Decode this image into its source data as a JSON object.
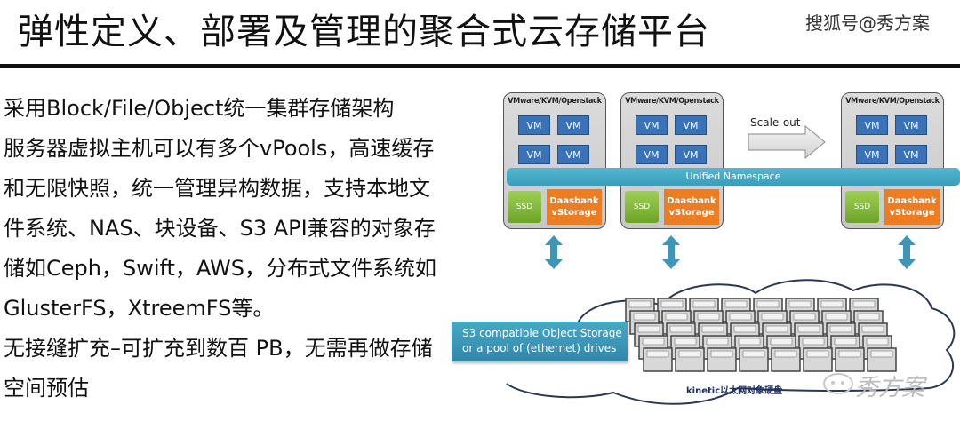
{
  "slide": {
    "title": "弹性定义、部署及管理的聚合式云存储平台",
    "watermark_top": "搜狐号@秀方案"
  },
  "bullets": [
    "采用Block/File/Object统一集群存储架构",
    "服务器虚拟主机可以有多个vPools，高速缓存和无限快照，统一管理异构数据，支持本地文件系统、NAS、块设备、S3 API兼容的对象存储如Ceph，Swift，AWS，分布式文件系统如GlusterFS，XtreemFS等。",
    "无接缝扩充–可扩充到数百 PB，无需再做存储空间预估"
  ],
  "diagram": {
    "hosts": [
      {
        "label": "VMware/KVM/Openstack",
        "vms": [
          "VM",
          "VM",
          "VM",
          "VM"
        ],
        "ssd": "SSD",
        "storage_line1": "Daasbank",
        "storage_line2": "vStorage"
      },
      {
        "label": "VMware/KVM/Openstack",
        "vms": [
          "VM",
          "VM",
          "VM",
          "VM"
        ],
        "ssd": "SSD",
        "storage_line1": "Daasbank",
        "storage_line2": "vStorage"
      },
      {
        "label": "VMware/KVM/Openstack",
        "vms": [
          "VM",
          "VM",
          "VM",
          "VM"
        ],
        "ssd": "SSD",
        "storage_line1": "Daasbank",
        "storage_line2": "vStorage"
      }
    ],
    "namespace": "Unified Namespace",
    "scale_out": "Scale-out",
    "s3_line1": "S3 compatible Object Storage",
    "s3_line2": "or  a pool of (ethernet) drives",
    "kinetic_label": "kinetic以太网对象硬盘",
    "watermark_bottom": "秀方案",
    "colors": {
      "vm": "#3a72b8",
      "namespace": "#45a9c6",
      "ssd": "#7fb83a",
      "storage": "#ec7d22",
      "arrow": "#3d95b8"
    }
  }
}
